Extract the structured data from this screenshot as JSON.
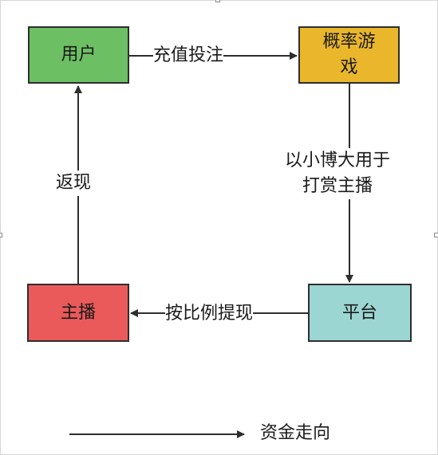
{
  "nodes": {
    "user": {
      "label": "用户",
      "fill": "#6cbf63"
    },
    "game": {
      "label": "概率游戏",
      "fill": "#eab72c"
    },
    "anchor": {
      "label": "主播",
      "fill": "#ea5a5a"
    },
    "platform": {
      "label": "平台",
      "fill": "#9cd6d3"
    }
  },
  "edges": {
    "user_to_game": {
      "label": "充值投注"
    },
    "game_to_platform": {
      "label": "以小博大用于\n打赏主播"
    },
    "platform_to_anchor": {
      "label": "按比例提现"
    },
    "anchor_to_user": {
      "label": "返现"
    }
  },
  "legend": {
    "label": "资金走向"
  },
  "colors": {
    "stroke": "#2e2e2e",
    "text": "#1a1a1a"
  }
}
